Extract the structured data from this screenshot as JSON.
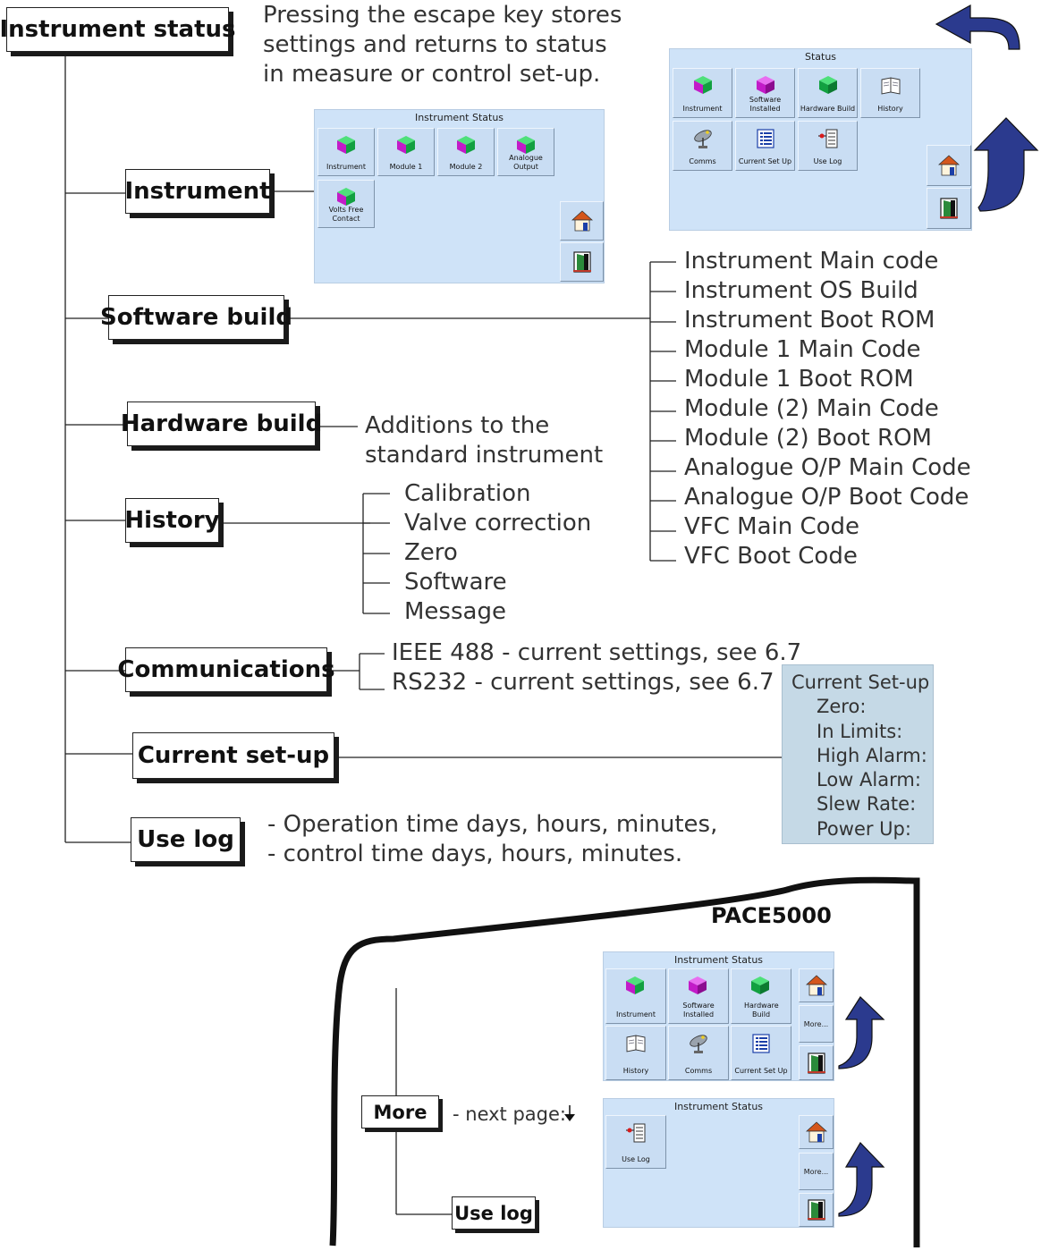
{
  "top_note": [
    "Pressing the escape key stores",
    "settings and returns to status",
    "in measure or control set-up."
  ],
  "boxes": {
    "instrument_status": "Instrument status",
    "instrument": "Instrument",
    "software_build": "Software build",
    "hardware_build": "Hardware build",
    "history": "History",
    "communications": "Communications",
    "current_setup": "Current set-up",
    "use_log": "Use log",
    "more": "More",
    "use_log_2": "Use log"
  },
  "software_items": [
    "Instrument Main code",
    "Instrument OS Build",
    "Instrument Boot ROM",
    "Module 1 Main Code",
    "Module 1 Boot ROM",
    "Module (2) Main Code",
    "Module (2) Boot ROM",
    "Analogue O/P Main Code",
    "Analogue O/P Boot Code",
    "VFC Main Code",
    "VFC Boot Code"
  ],
  "hardware_note": [
    "Additions to the",
    "standard instrument"
  ],
  "history_items": [
    "Calibration",
    "Valve correction",
    "Zero",
    "Software",
    "Message"
  ],
  "comms_items": [
    "IEEE 488 - current settings, see 6.7",
    "RS232 - current settings, see 6.7"
  ],
  "current_setup_panel": {
    "title": "Current Set-up",
    "items": [
      "Zero:",
      "In Limits:",
      "High Alarm:",
      "Low Alarm:",
      "Slew Rate:",
      "Power Up:"
    ]
  },
  "use_log_note": [
    "- Operation time days, hours, minutes,",
    "- control time days, hours, minutes."
  ],
  "pace_label": "PACE5000",
  "next_page": "- next page:",
  "screens": {
    "instrument_status_1": {
      "title": "Instrument Status",
      "buttons": [
        "Instrument",
        "Module 1",
        "Module 2",
        "Analogue Output",
        "Volts Free Contact"
      ]
    },
    "status": {
      "title": "Status",
      "buttons": [
        "Instrument",
        "Software Installed",
        "Hardware Build",
        "History",
        "Comms",
        "Current Set Up",
        "Use Log"
      ]
    },
    "instrument_status_2": {
      "title": "Instrument Status",
      "buttons": [
        "Instrument",
        "Software Installed",
        "Hardware Build",
        "History",
        "Comms",
        "Current Set Up"
      ],
      "more": "More..."
    },
    "instrument_status_3": {
      "title": "Instrument Status",
      "buttons": [
        "Use Log"
      ],
      "more": "More..."
    }
  },
  "colors": {
    "panel": "#cfe3f8",
    "arrow": "#2b3a8e",
    "cube_green": "#19b24b",
    "cube_magenta": "#c81bcc"
  }
}
